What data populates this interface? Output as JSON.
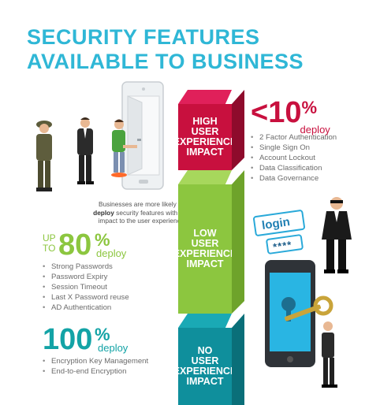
{
  "title": {
    "line1": "SECURITY FEATURES",
    "line2": "AVAILABLE TO BUSINESS"
  },
  "caption": {
    "line1": "Businesses are more likely to",
    "bold": "deploy",
    "rest2": " security features with low",
    "line3": "impact to the user experience"
  },
  "blocks": [
    {
      "line1": "HIGH",
      "line2": "USER",
      "line3": "EXPERIENCE",
      "line4": "IMPACT",
      "color": "#c8103e"
    },
    {
      "line1": "LOW",
      "line2": "USER",
      "line3": "EXPERIENCE",
      "line4": "IMPACT",
      "color": "#8cc63f"
    },
    {
      "line1": "NO",
      "line2": "USER",
      "line3": "EXPERIENCE",
      "line4": "IMPACT",
      "color": "#0f8f9c"
    }
  ],
  "stats": {
    "high": {
      "value": "<10",
      "percent": "%",
      "label": "deploy",
      "color": "#c8103e",
      "items": [
        "2 Factor Authentication",
        "Single Sign On",
        "Account Lockout",
        "Data Classification",
        "Data Governance"
      ]
    },
    "low": {
      "prefix_up": "UP",
      "prefix_to": "TO",
      "value": "80",
      "percent": "%",
      "label": "deploy",
      "color": "#8cc63f",
      "items": [
        "Strong Passwords",
        "Password Expiry",
        "Session Timeout",
        "Last X Password reuse",
        "AD Authentication"
      ]
    },
    "none": {
      "value": "100",
      "percent": "%",
      "label": "deploy",
      "color": "#13a3a6",
      "items": [
        "Encryption Key Management",
        "End-to-end Encryption"
      ]
    }
  },
  "login": {
    "label": "login",
    "password_mask": "****"
  }
}
